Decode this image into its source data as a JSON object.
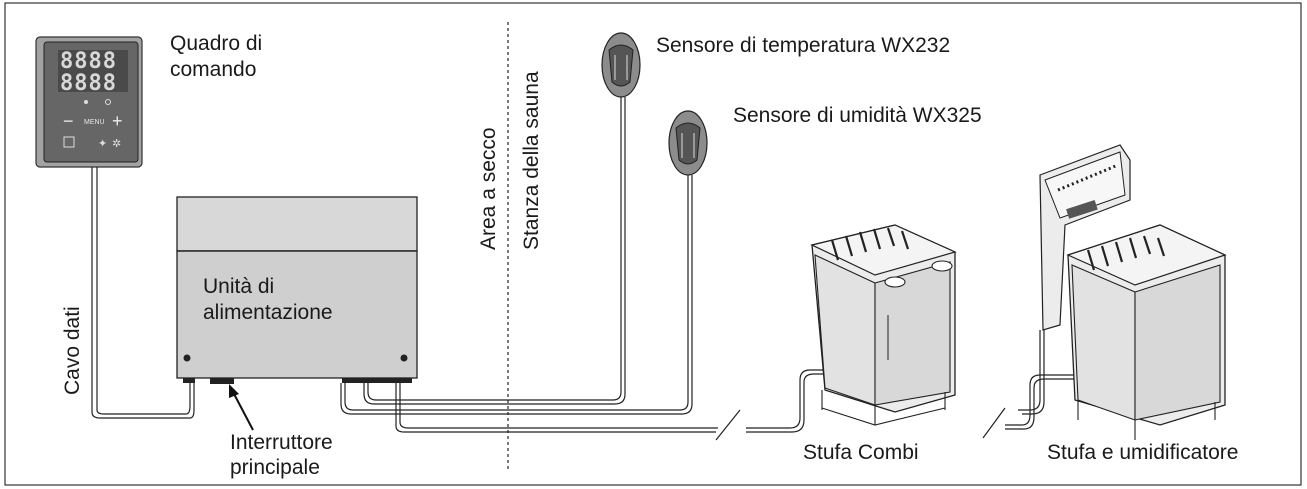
{
  "labels": {
    "control_panel": [
      "Quadro di",
      "comando"
    ],
    "power_unit": [
      "Unità di",
      "alimentazione"
    ],
    "data_cable": "Cavo dati",
    "main_switch": [
      "Interruttore",
      "principale"
    ],
    "dry_area": "Area a secco",
    "sauna_room": "Stanza della sauna",
    "temp_sensor": "Sensore di temperatura WX232",
    "humidity_sensor": "Sensore di umidità WX325",
    "heater_combi": "Stufa Combi",
    "heater_humidifier": "Stufa e umidificatore"
  },
  "panel": {
    "display_row1": "8888",
    "display_row2": "8888",
    "menu_label": "MENU",
    "minus_symbol": "−",
    "plus_symbol": "+"
  },
  "colors": {
    "panel_body": "#8f8f8f",
    "panel_face": "#5a5a5a",
    "unit_body": "#d2d2d2",
    "sensor_body": "#8a8a8a",
    "line": "#222222"
  }
}
